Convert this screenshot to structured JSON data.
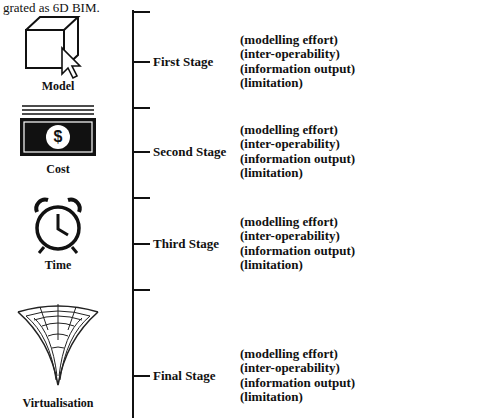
{
  "diagram": {
    "labels": [
      "grated as 6D BIM.",
      "Model",
      "$",
      "Cost",
      "Time",
      "Virtualisation",
      "First Stage",
      "(modelling effort)",
      "(inter-operability)",
      "(information output)",
      "(limitation)",
      "Second Stage",
      "(modelling effort)",
      "(inter-operability)",
      "(information output)",
      "(limitation)",
      "Third Stage",
      "(modelling effort)",
      "(inter-operability)",
      "(information output)",
      "(limitation)",
      "Final Stage",
      "(modelling effort)",
      "(inter-operability)",
      "(information output)",
      "(limitation)"
    ]
  }
}
